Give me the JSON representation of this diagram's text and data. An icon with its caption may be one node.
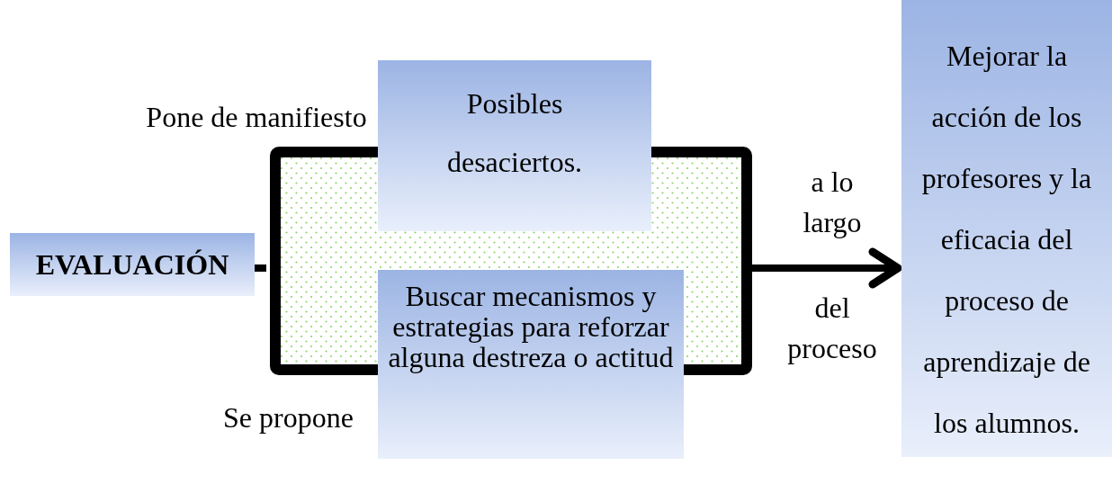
{
  "diagram": {
    "nodes": [
      {
        "text": [
          "EVALUACIÓN"
        ]
      },
      {
        "text": [],
        "shape": "box"
      },
      {
        "text": [
          "Posibles desaciertos."
        ]
      },
      {
        "text": [
          "Buscar mecanismos y estrategias para reforzar alguna destreza o actitud"
        ],
        "beside": [
          "Se propone"
        ]
      },
      {
        "text": [
          "Mejorar la acción de los profesores y la eficacia del proceso de aprendizaje de los alumnos."
        ]
      }
    ],
    "edges": [
      {
        "from": 0,
        "to": 1,
        "arrow": "none"
      },
      {
        "from": 1,
        "to": 4,
        "arrow": "to"
      }
    ],
    "labels": [
      "Pone de manifiesto",
      "a lo largo",
      "del proceso"
    ]
  }
}
